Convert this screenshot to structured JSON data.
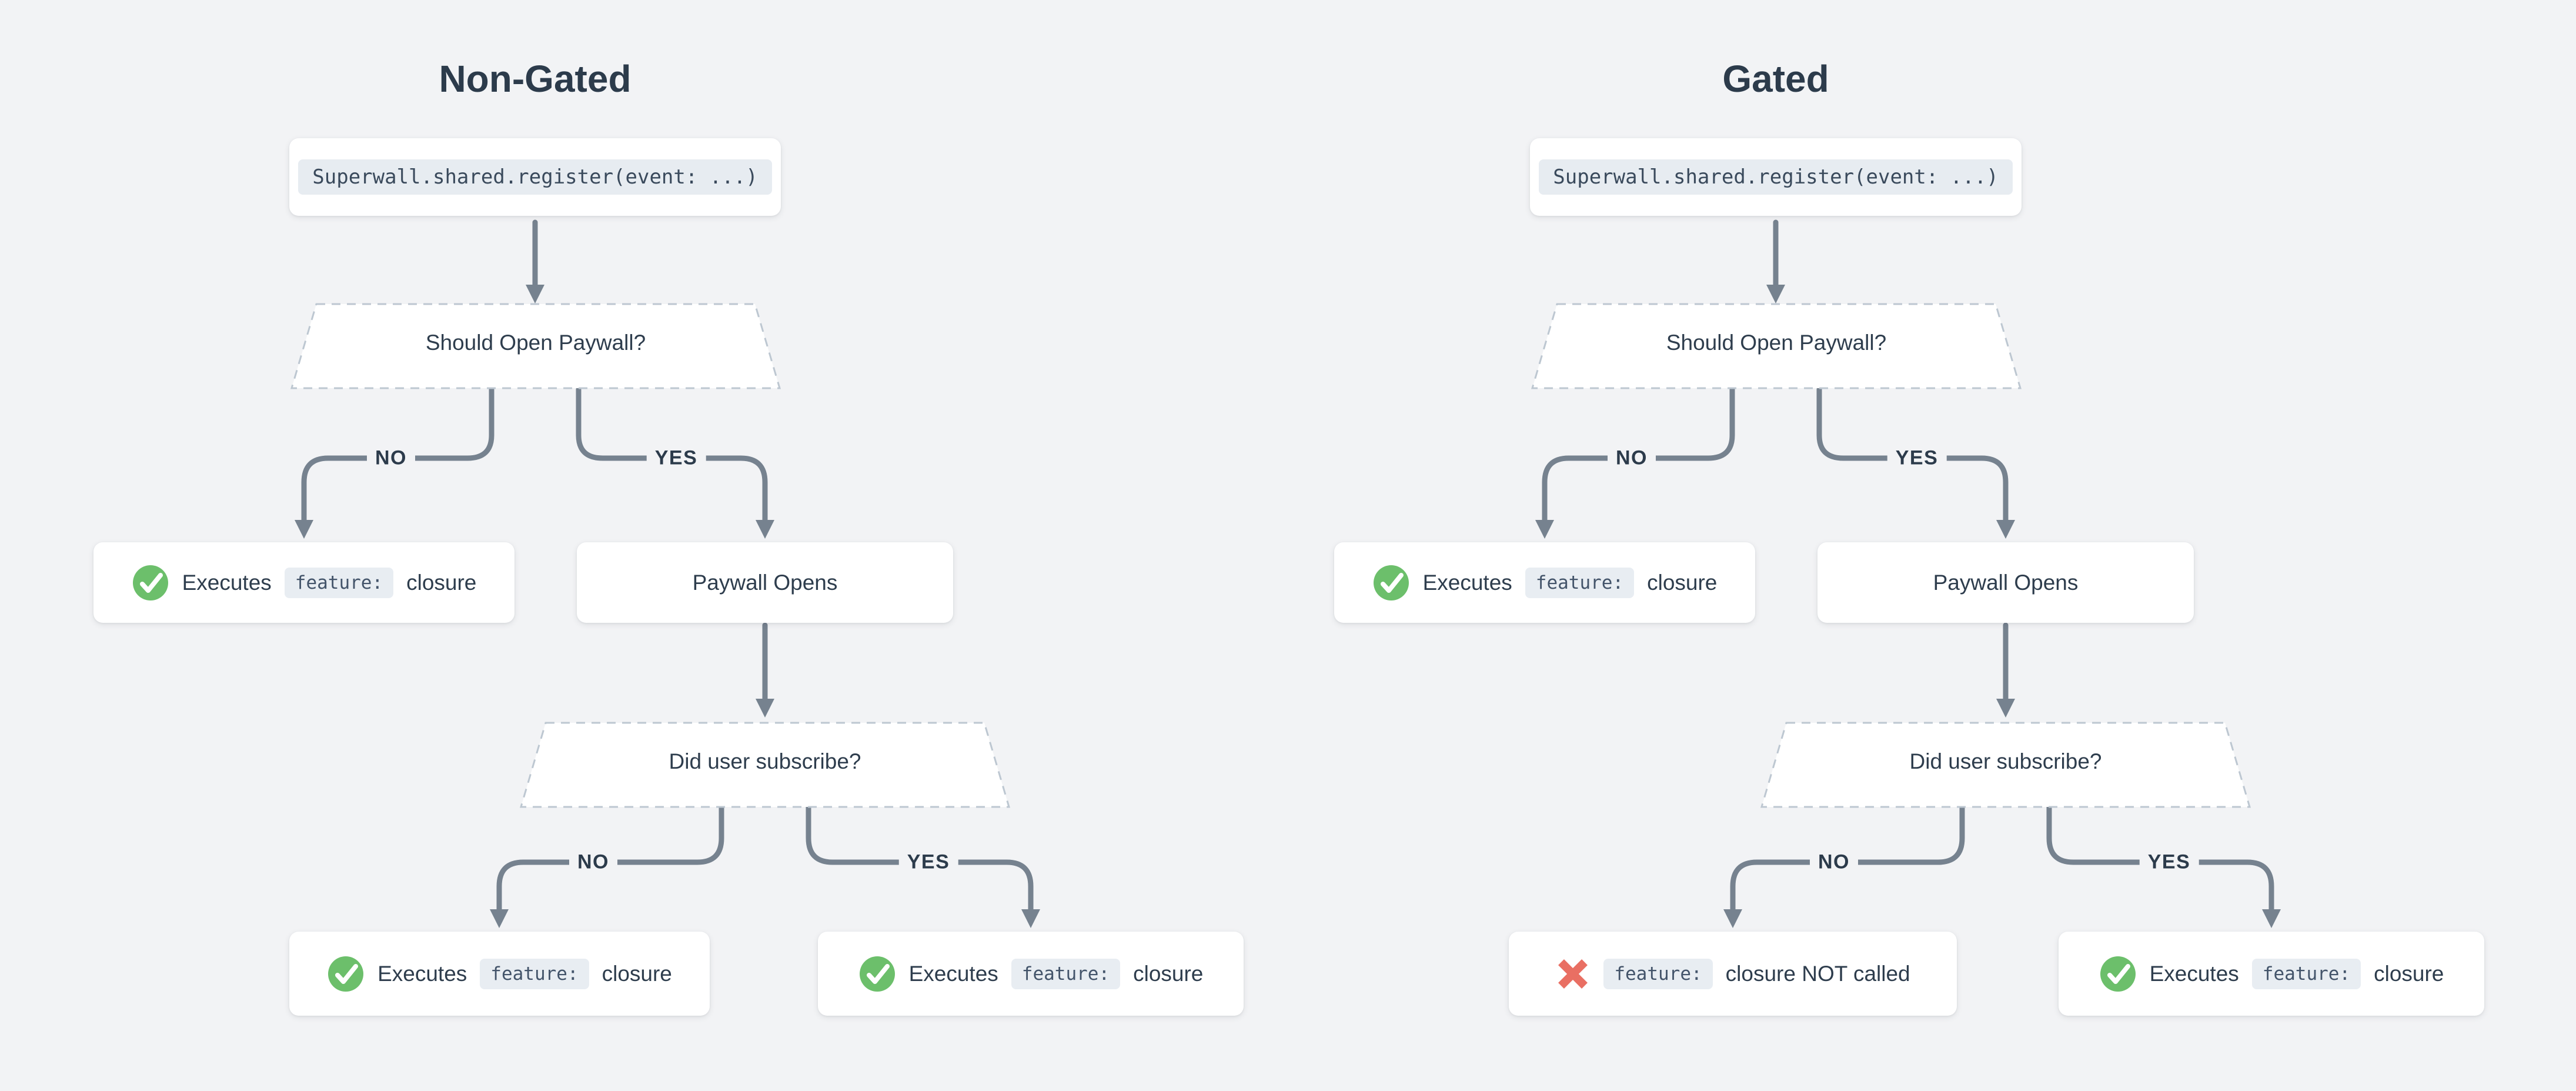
{
  "page": {
    "background": "#f2f3f5"
  },
  "colors": {
    "text": "#2e3d4d",
    "arrow": "#76828f",
    "card_background": "#ffffff",
    "chip_background": "#e8edf2",
    "dashed_border": "#bdc7d1",
    "success_green": "#6cbf6b",
    "error_red": "#e96f63"
  },
  "nongated": {
    "title": "Non-Gated",
    "code": "Superwall.shared.register(event: ...)",
    "decision1": "Should Open Paywall?",
    "branch1_no": "NO",
    "branch1_yes": "YES",
    "result_no_paywall": {
      "icon": "check-circle",
      "prefix": "Executes",
      "chip": "feature:",
      "suffix": "closure"
    },
    "paywall_opens": "Paywall Opens",
    "decision2": "Did user subscribe?",
    "branch2_no": "NO",
    "branch2_yes": "YES",
    "result_sub_no": {
      "icon": "check-circle",
      "prefix": "Executes",
      "chip": "feature:",
      "suffix": "closure"
    },
    "result_sub_yes": {
      "icon": "check-circle",
      "prefix": "Executes",
      "chip": "feature:",
      "suffix": "closure"
    }
  },
  "gated": {
    "title": "Gated",
    "code": "Superwall.shared.register(event: ...)",
    "decision1": "Should Open Paywall?",
    "branch1_no": "NO",
    "branch1_yes": "YES",
    "result_no_paywall": {
      "icon": "check-circle",
      "prefix": "Executes",
      "chip": "feature:",
      "suffix": "closure"
    },
    "paywall_opens": "Paywall Opens",
    "decision2": "Did user subscribe?",
    "branch2_no": "NO",
    "branch2_yes": "YES",
    "result_sub_no": {
      "icon": "cross",
      "chip": "feature:",
      "suffix": "closure NOT called"
    },
    "result_sub_yes": {
      "icon": "check-circle",
      "prefix": "Executes",
      "chip": "feature:",
      "suffix": "closure"
    }
  }
}
